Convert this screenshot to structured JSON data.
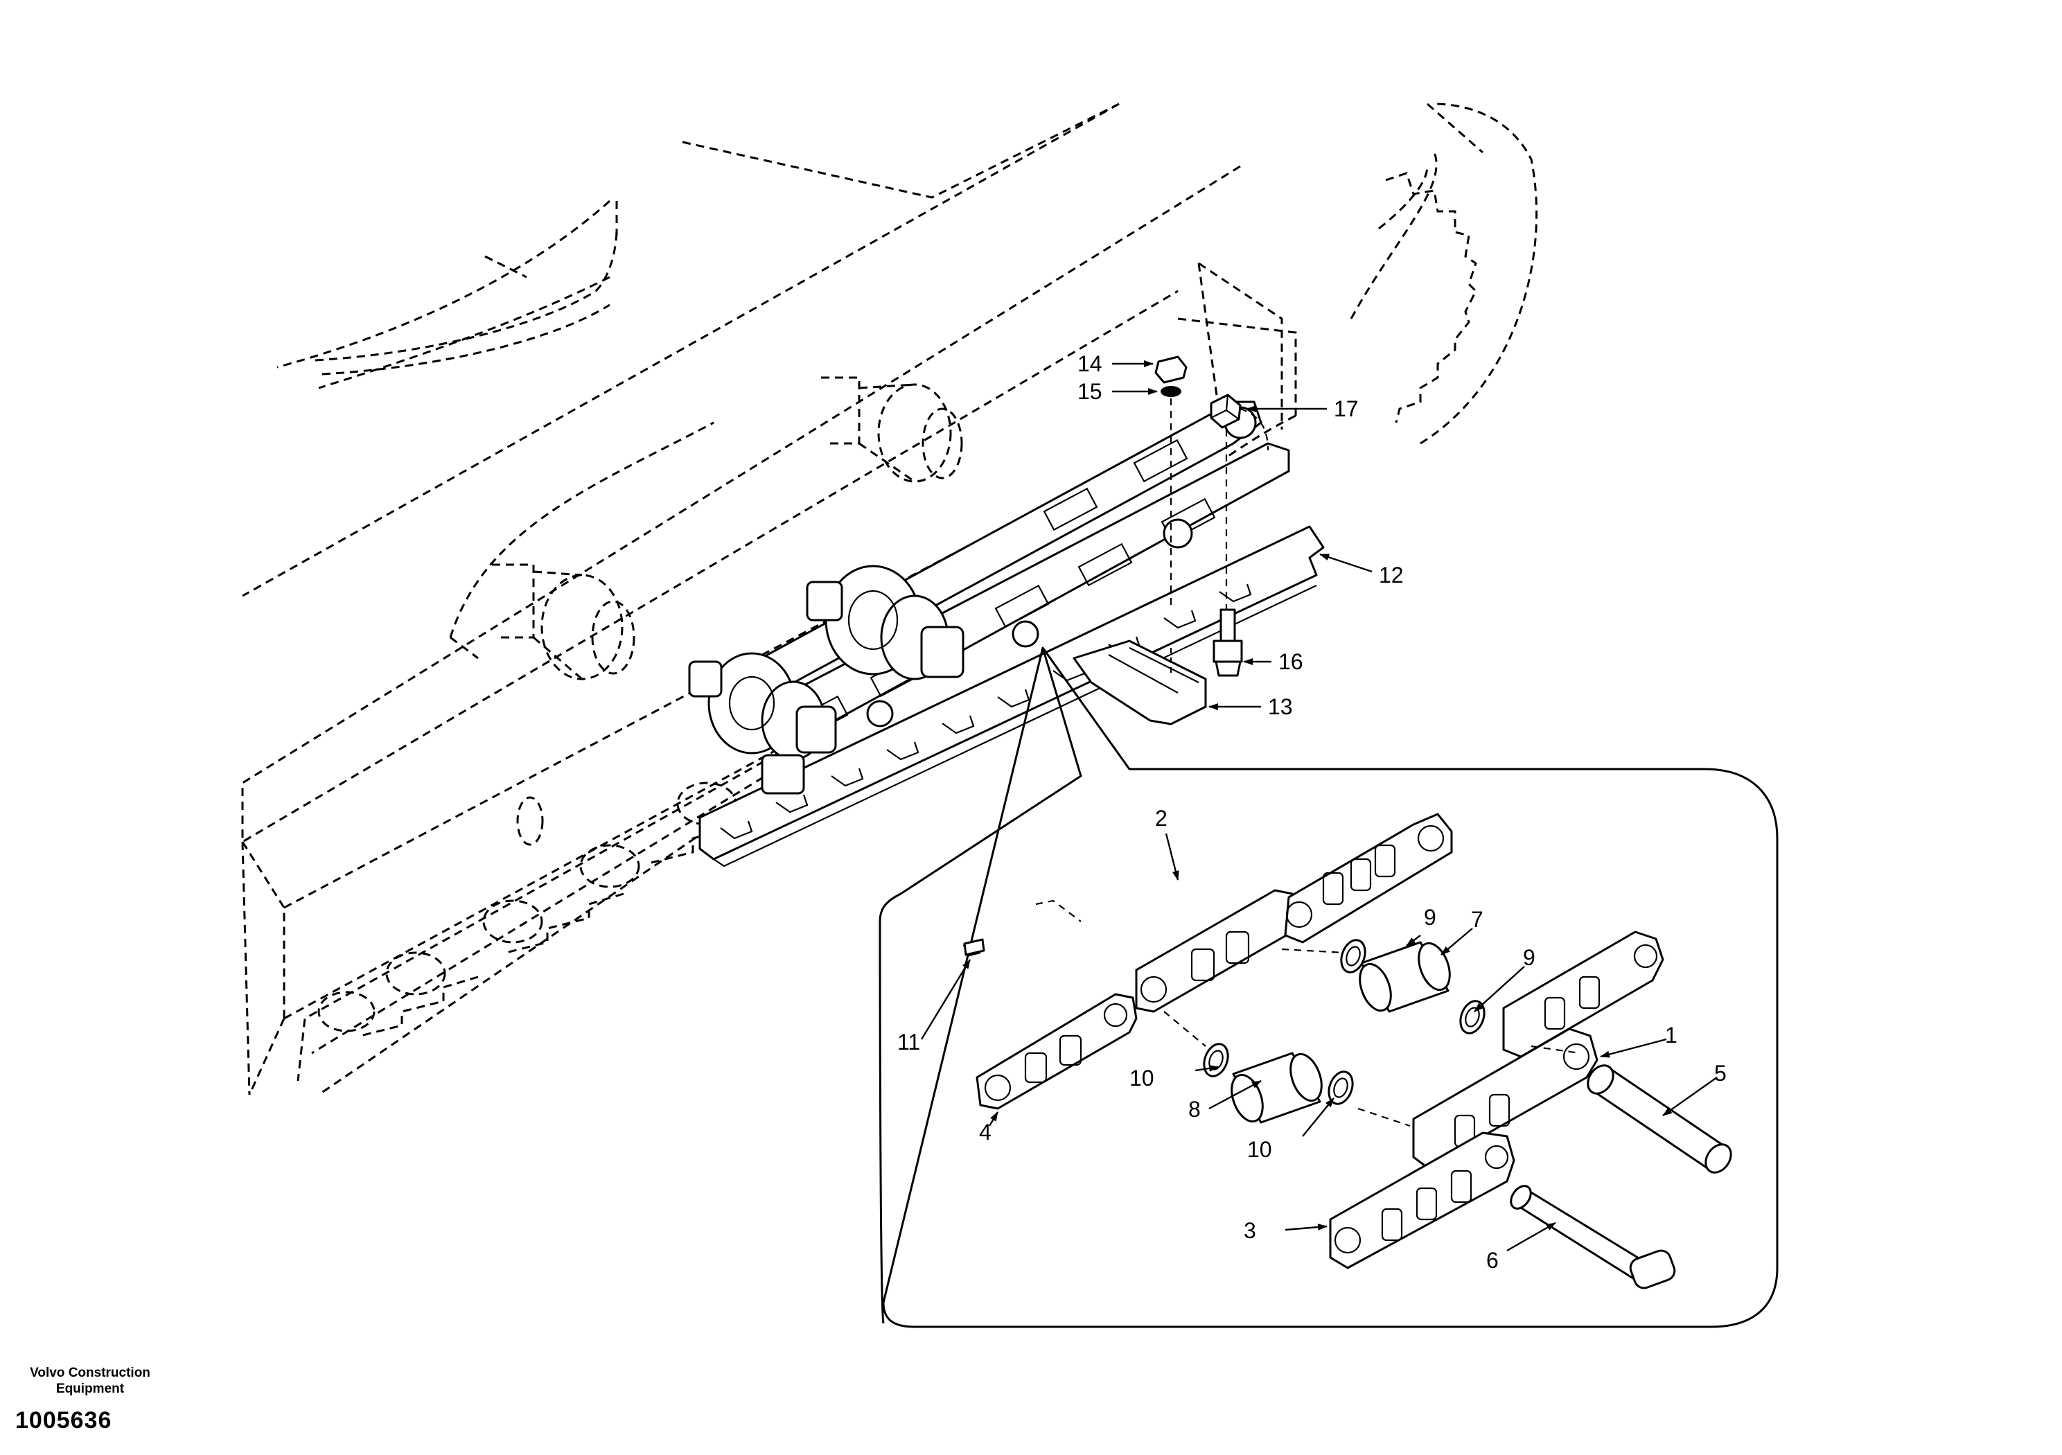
{
  "callouts": {
    "c1": "1",
    "c2": "2",
    "c3": "3",
    "c4": "4",
    "c5": "5",
    "c6": "6",
    "c7": "7",
    "c8": "8",
    "c9a": "9",
    "c9b": "9",
    "c10a": "10",
    "c10b": "10",
    "c11": "11",
    "c12": "12",
    "c13": "13",
    "c14": "14",
    "c15": "15",
    "c16": "16",
    "c17": "17"
  },
  "footer": {
    "company": "Volvo Construction Equipment",
    "doc_number": "1005636"
  }
}
